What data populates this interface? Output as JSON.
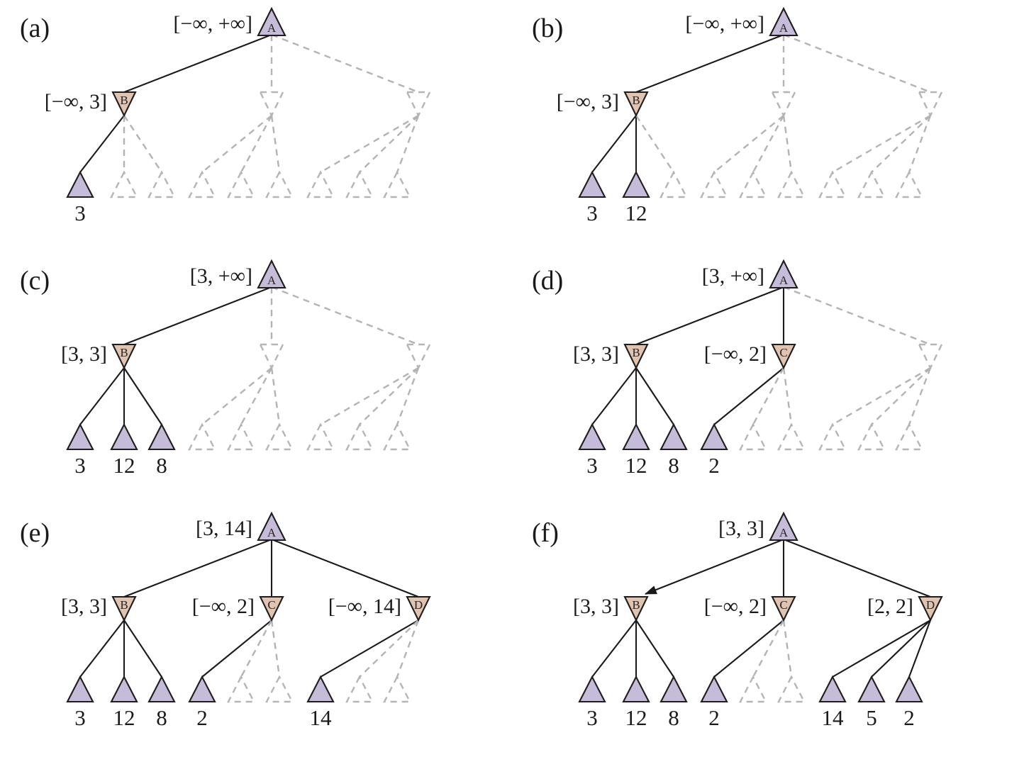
{
  "figure": {
    "title": "Alpha-beta pruning search tree stages",
    "colors": {
      "max_node_fill": "#c4bcd8",
      "min_node_fill": "#e0c4b0",
      "active_stroke": "#1a1a1a",
      "pruned_stroke": "#b3b3b3",
      "background": "#ffffff"
    },
    "node_labels": {
      "a_label": "A",
      "b_label": "B",
      "c_label": "C",
      "d_label": "D"
    }
  },
  "panels": [
    {
      "id": "a",
      "letter": "(a)",
      "root": {
        "name": "A",
        "label": "A",
        "interval": "[−∞, +∞]",
        "active": true
      },
      "internal": [
        {
          "name": "B",
          "label": "B",
          "interval": "[−∞, 3]",
          "active": true
        },
        {
          "name": "C",
          "label": "C",
          "interval": "",
          "active": false
        },
        {
          "name": "D",
          "label": "D",
          "interval": "",
          "active": false
        }
      ],
      "leaves": [
        {
          "value": "3",
          "active": true
        },
        {
          "value": "",
          "active": false
        },
        {
          "value": "",
          "active": false
        },
        {
          "value": "",
          "active": false
        },
        {
          "value": "",
          "active": false
        },
        {
          "value": "",
          "active": false
        },
        {
          "value": "",
          "active": false
        },
        {
          "value": "",
          "active": false
        },
        {
          "value": "",
          "active": false
        }
      ],
      "arrow_on_edge": null
    },
    {
      "id": "b",
      "letter": "(b)",
      "root": {
        "name": "A",
        "label": "A",
        "interval": "[−∞, +∞]",
        "active": true
      },
      "internal": [
        {
          "name": "B",
          "label": "B",
          "interval": "[−∞, 3]",
          "active": true
        },
        {
          "name": "C",
          "label": "C",
          "interval": "",
          "active": false
        },
        {
          "name": "D",
          "label": "D",
          "interval": "",
          "active": false
        }
      ],
      "leaves": [
        {
          "value": "3",
          "active": true
        },
        {
          "value": "12",
          "active": true
        },
        {
          "value": "",
          "active": false
        },
        {
          "value": "",
          "active": false
        },
        {
          "value": "",
          "active": false
        },
        {
          "value": "",
          "active": false
        },
        {
          "value": "",
          "active": false
        },
        {
          "value": "",
          "active": false
        },
        {
          "value": "",
          "active": false
        }
      ],
      "arrow_on_edge": null
    },
    {
      "id": "c",
      "letter": "(c)",
      "root": {
        "name": "A",
        "label": "A",
        "interval": "[3, +∞]",
        "active": true
      },
      "internal": [
        {
          "name": "B",
          "label": "B",
          "interval": "[3, 3]",
          "active": true
        },
        {
          "name": "C",
          "label": "C",
          "interval": "",
          "active": false
        },
        {
          "name": "D",
          "label": "D",
          "interval": "",
          "active": false
        }
      ],
      "leaves": [
        {
          "value": "3",
          "active": true
        },
        {
          "value": "12",
          "active": true
        },
        {
          "value": "8",
          "active": true
        },
        {
          "value": "",
          "active": false
        },
        {
          "value": "",
          "active": false
        },
        {
          "value": "",
          "active": false
        },
        {
          "value": "",
          "active": false
        },
        {
          "value": "",
          "active": false
        },
        {
          "value": "",
          "active": false
        }
      ],
      "arrow_on_edge": null
    },
    {
      "id": "d",
      "letter": "(d)",
      "root": {
        "name": "A",
        "label": "A",
        "interval": "[3, +∞]",
        "active": true
      },
      "internal": [
        {
          "name": "B",
          "label": "B",
          "interval": "[3, 3]",
          "active": true
        },
        {
          "name": "C",
          "label": "C",
          "interval": "[−∞, 2]",
          "active": true
        },
        {
          "name": "D",
          "label": "D",
          "interval": "",
          "active": false
        }
      ],
      "leaves": [
        {
          "value": "3",
          "active": true
        },
        {
          "value": "12",
          "active": true
        },
        {
          "value": "8",
          "active": true
        },
        {
          "value": "2",
          "active": true
        },
        {
          "value": "",
          "active": false
        },
        {
          "value": "",
          "active": false
        },
        {
          "value": "",
          "active": false
        },
        {
          "value": "",
          "active": false
        },
        {
          "value": "",
          "active": false
        }
      ],
      "arrow_on_edge": null
    },
    {
      "id": "e",
      "letter": "(e)",
      "root": {
        "name": "A",
        "label": "A",
        "interval": "[3, 14]",
        "active": true
      },
      "internal": [
        {
          "name": "B",
          "label": "B",
          "interval": "[3, 3]",
          "active": true
        },
        {
          "name": "C",
          "label": "C",
          "interval": "[−∞, 2]",
          "active": true
        },
        {
          "name": "D",
          "label": "D",
          "interval": "[−∞, 14]",
          "active": true
        }
      ],
      "leaves": [
        {
          "value": "3",
          "active": true
        },
        {
          "value": "12",
          "active": true
        },
        {
          "value": "8",
          "active": true
        },
        {
          "value": "2",
          "active": true
        },
        {
          "value": "",
          "active": false
        },
        {
          "value": "",
          "active": false
        },
        {
          "value": "14",
          "active": true
        },
        {
          "value": "",
          "active": false
        },
        {
          "value": "",
          "active": false
        }
      ],
      "arrow_on_edge": null
    },
    {
      "id": "f",
      "letter": "(f)",
      "root": {
        "name": "A",
        "label": "A",
        "interval": "[3, 3]",
        "active": true
      },
      "internal": [
        {
          "name": "B",
          "label": "B",
          "interval": "[3, 3]",
          "active": true
        },
        {
          "name": "C",
          "label": "C",
          "interval": "[−∞, 2]",
          "active": true
        },
        {
          "name": "D",
          "label": "D",
          "interval": "[2, 2]",
          "active": true
        }
      ],
      "leaves": [
        {
          "value": "3",
          "active": true
        },
        {
          "value": "12",
          "active": true
        },
        {
          "value": "8",
          "active": true
        },
        {
          "value": "2",
          "active": true
        },
        {
          "value": "",
          "active": false
        },
        {
          "value": "",
          "active": false
        },
        {
          "value": "14",
          "active": true
        },
        {
          "value": "5",
          "active": true
        },
        {
          "value": "2",
          "active": true
        }
      ],
      "arrow_on_edge": 0
    }
  ]
}
